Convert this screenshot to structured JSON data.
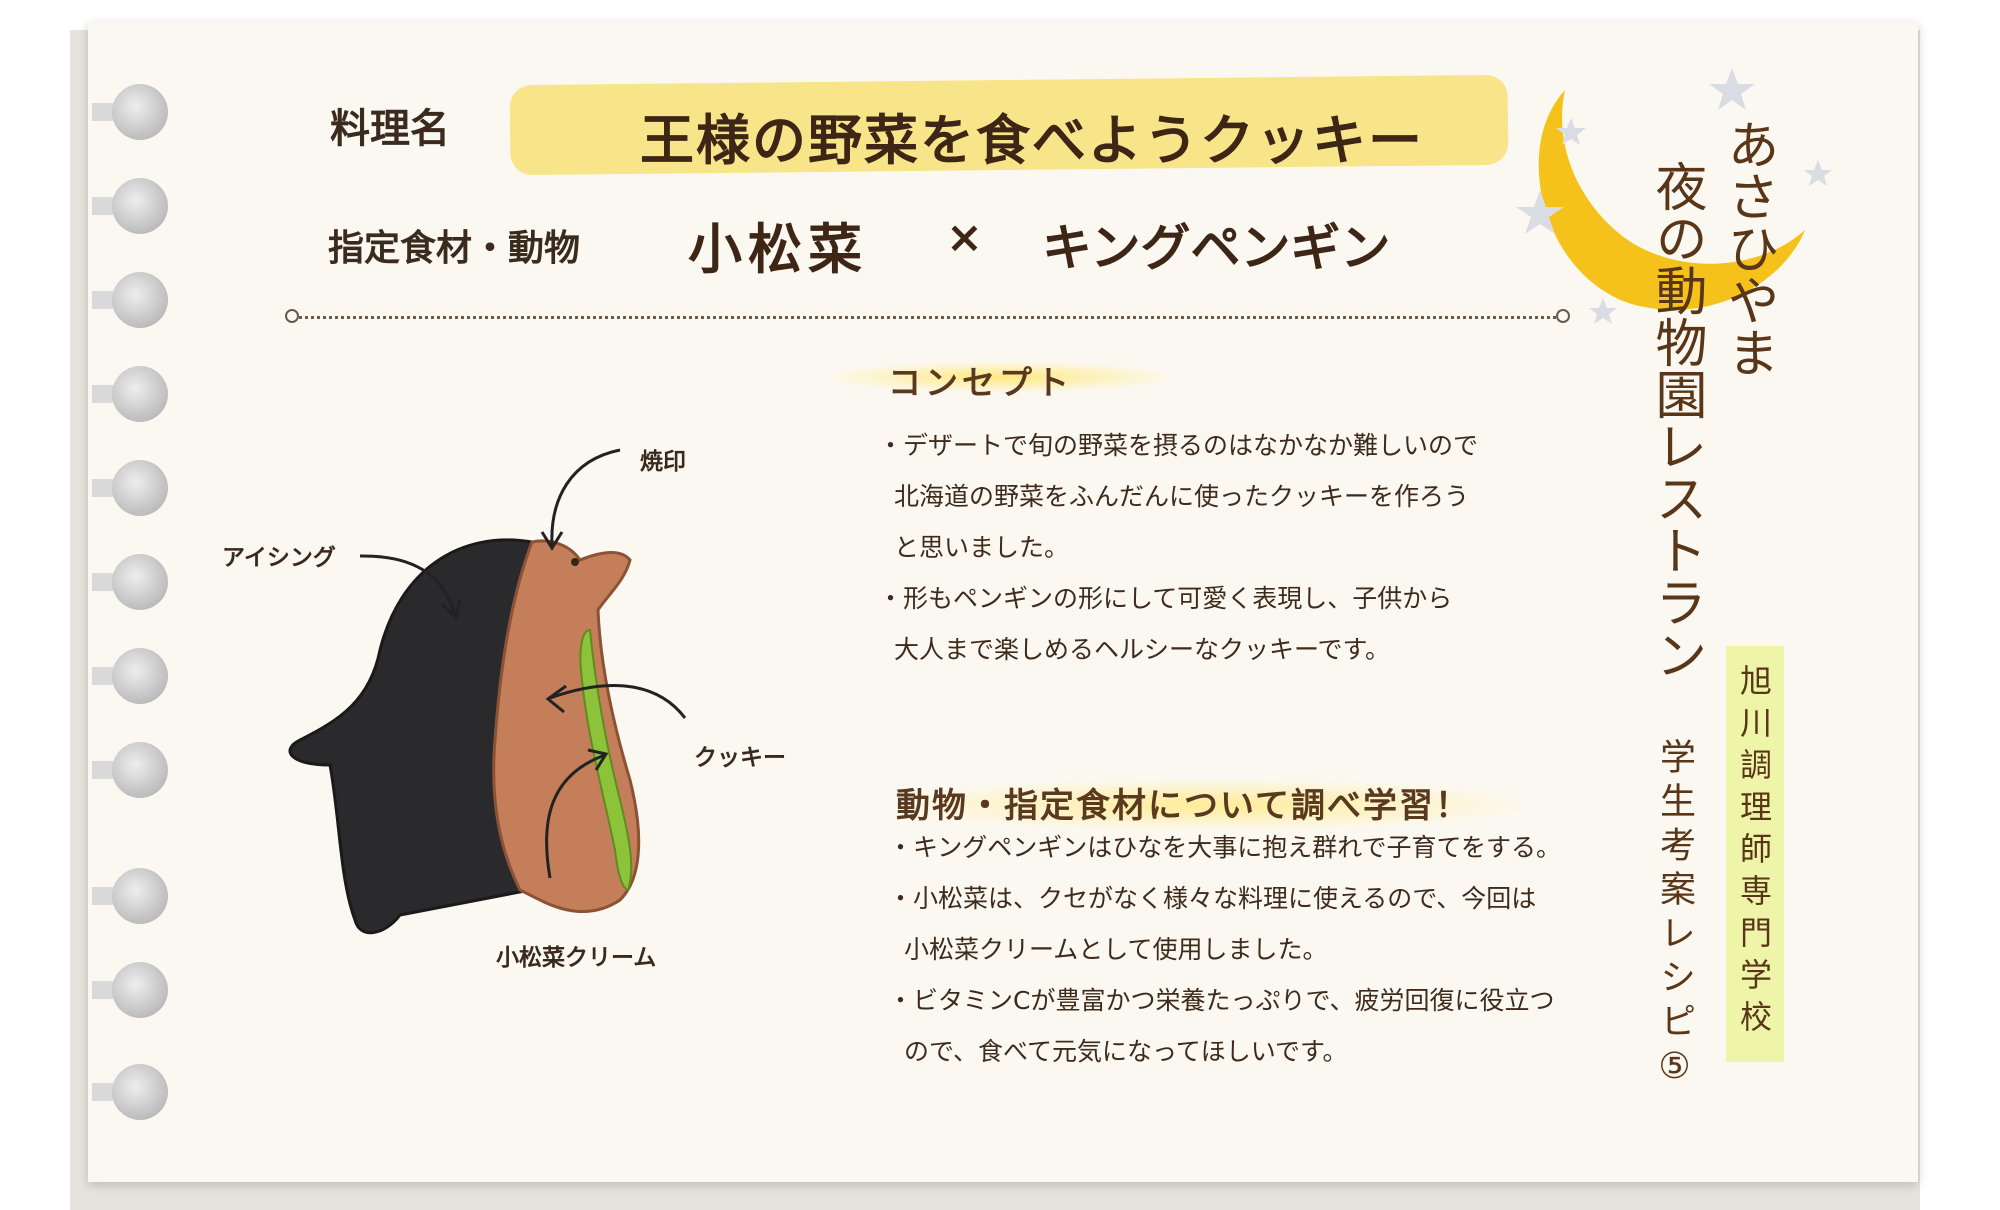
{
  "header": {
    "dish_label": "料理名",
    "dish_name": "王様の野菜を食べようクッキー",
    "ingredient_label": "指定食材・動物",
    "ingredient": "小松菜",
    "cross": "×",
    "animal": "キングペンギン"
  },
  "concept": {
    "heading": "コンセプト",
    "items": [
      [
        "・デザートで旬の野菜を摂るのはなかなか難しいので",
        "北海道の野菜をふんだんに使ったクッキーを作ろう",
        "と思いました。"
      ],
      [
        "・形もペンギンの形にして可愛く表現し、子供から",
        "大人まで楽しめるヘルシーなクッキーです。"
      ]
    ]
  },
  "study": {
    "heading": "動物・指定食材について調べ学習！",
    "items": [
      [
        "・キングペンギンはひなを大事に抱え群れで子育てをする。"
      ],
      [
        "・小松菜は、クセがなく様々な料理に使えるので、今回は",
        "小松菜クリームとして使用しました。"
      ],
      [
        "・ビタミンCが豊富かつ栄養たっぷりで、疲労回復に役立つ",
        "ので、食べて元気になってほしいです。"
      ]
    ]
  },
  "illustration": {
    "callouts": {
      "brand": "焼印",
      "icing": "アイシング",
      "cookie": "クッキー",
      "cream": "小松菜クリーム"
    }
  },
  "side": {
    "title_line1": "あさひやま",
    "title_line2": "夜の動物園レストラン",
    "series": "学生考案レシピ⑤",
    "school": "旭川調理師専門学校"
  },
  "colors": {
    "paper": "#fbf8f1",
    "highlight_bar": "#f8e58a",
    "moon": "#f5c21b",
    "star": "#d9dde3",
    "school_tag": "#eef5a8",
    "text_brown": "#4a2a14"
  },
  "icons": [
    "notebook-ring",
    "crescent-moon",
    "star",
    "penguin-cookie"
  ]
}
